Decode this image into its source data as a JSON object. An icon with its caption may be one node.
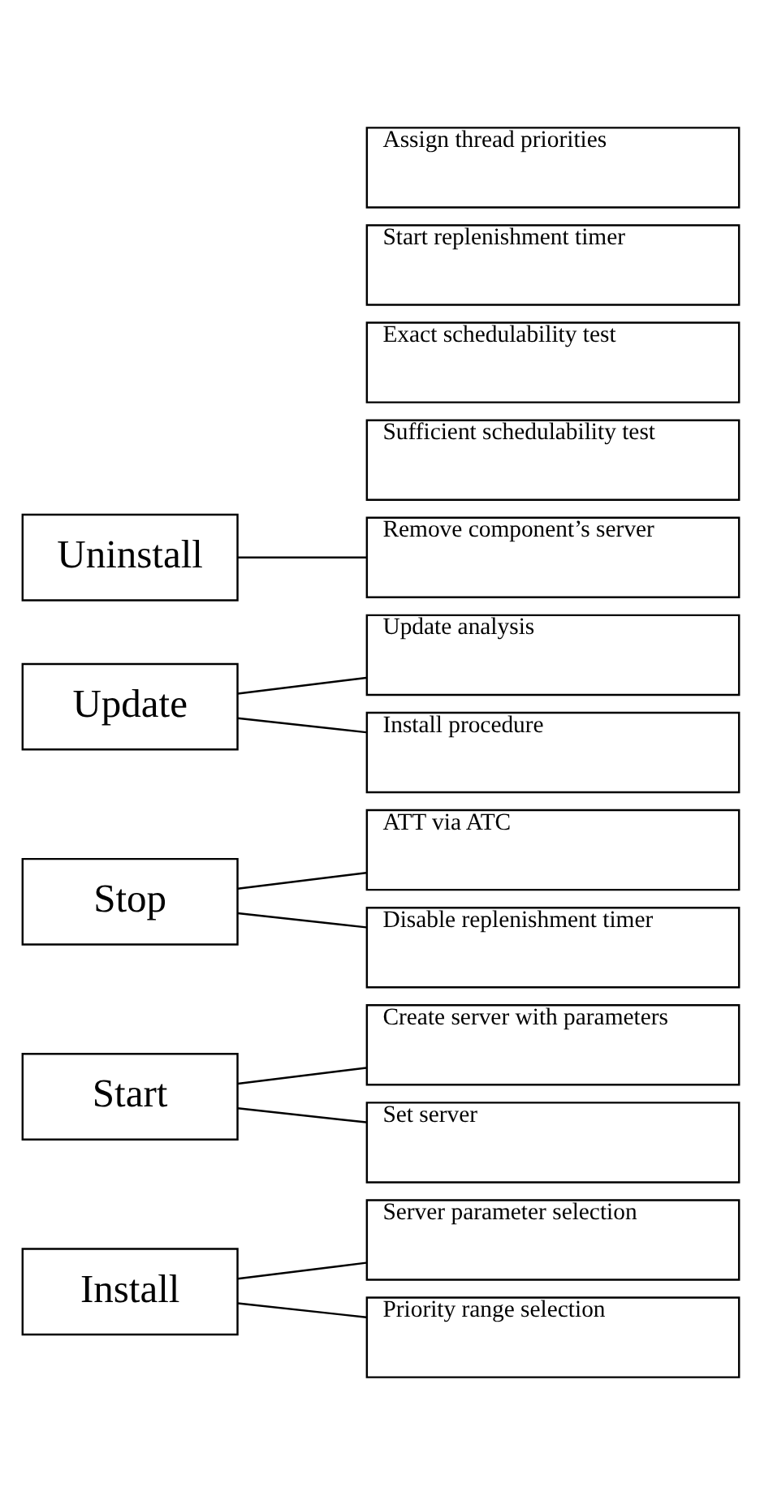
{
  "diagram": {
    "nodes": [
      {
        "text": [
          "Install"
        ]
      },
      {
        "text": [
          "Server parameter selection"
        ]
      },
      {
        "text": [
          "Sufficient schedulability test"
        ]
      },
      {
        "text": [
          "Exact schedulability test"
        ]
      },
      {
        "text": [
          "Priority range selection"
        ]
      },
      {
        "text": [
          "Start"
        ]
      },
      {
        "text": [
          "Create server with parameters"
        ]
      },
      {
        "text": [
          "Start replenishment timer"
        ]
      },
      {
        "text": [
          "Assign thread priorities"
        ]
      },
      {
        "text": [
          "Set server"
        ]
      },
      {
        "text": [
          "Stop"
        ]
      },
      {
        "text": [
          "ATT via ATC"
        ]
      },
      {
        "text": [
          "Disable replenishment timer"
        ]
      },
      {
        "text": [
          "Update"
        ]
      },
      {
        "text": [
          "Update analysis"
        ]
      },
      {
        "text": [
          "Install procedure"
        ]
      },
      {
        "text": [
          "Uninstall"
        ]
      },
      {
        "text": [
          "Remove component’s server"
        ]
      }
    ],
    "edges": [
      {
        "from": 0,
        "to": 1,
        "arrow": "none"
      },
      {
        "from": 0,
        "to": 4,
        "arrow": "none"
      },
      {
        "from": 5,
        "to": 6,
        "arrow": "none"
      },
      {
        "from": 5,
        "to": 9,
        "arrow": "none"
      },
      {
        "from": 10,
        "to": 11,
        "arrow": "none"
      },
      {
        "from": 10,
        "to": 12,
        "arrow": "none"
      },
      {
        "from": 13,
        "to": 14,
        "arrow": "none"
      },
      {
        "from": 13,
        "to": 15,
        "arrow": "none"
      },
      {
        "from": 16,
        "to": 17,
        "arrow": "none"
      }
    ]
  }
}
